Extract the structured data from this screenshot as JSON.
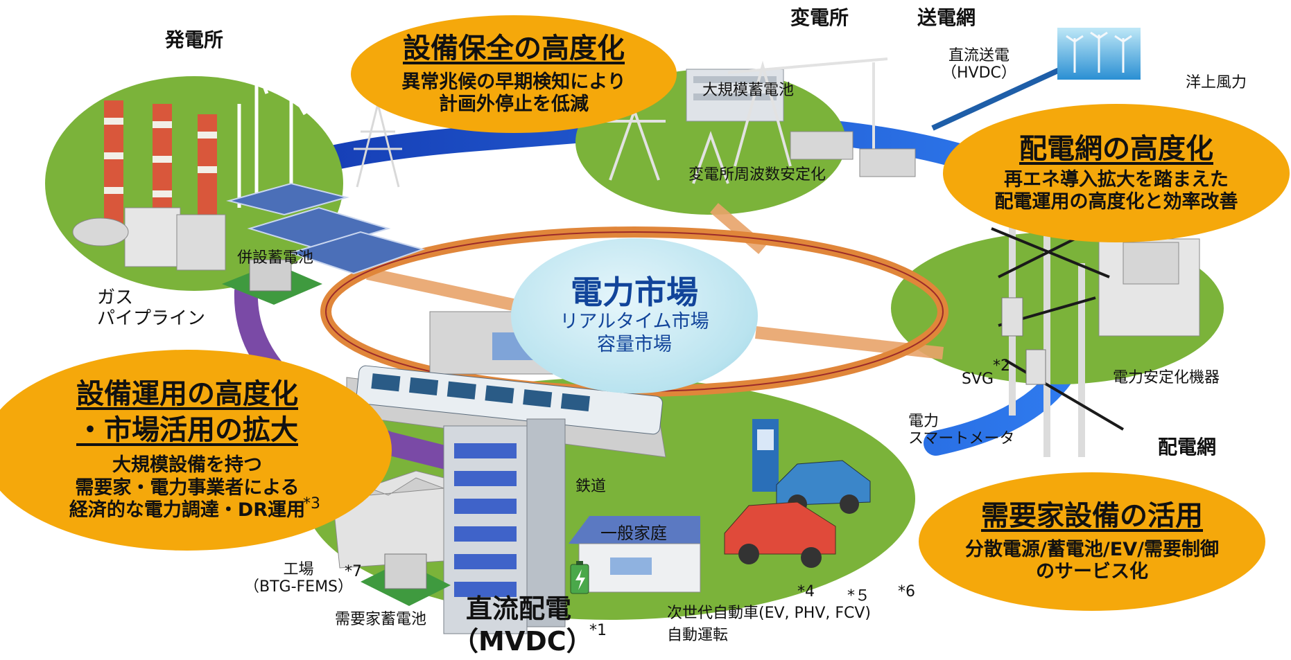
{
  "areas": {
    "power_plant": "発電所",
    "substation": "変電所",
    "transmission": "送電網",
    "distribution": "配電網"
  },
  "labels": {
    "hvdc": "直流送電\n（HVDC）",
    "offshore_wind": "洋上風力",
    "large_battery": "大規模蓄電池",
    "substation_freq": "変電所周波数安定化",
    "colocated_battery": "併設蓄電池",
    "gas_pipeline": "ガス\nパイプライン",
    "svg": "SVG",
    "stabilizer": "電力安定化機器",
    "smart_meter": "電力\nスマートメータ",
    "railway": "鉄道",
    "home": "一般家庭",
    "factory": "工場\n（BTG-FEMS）",
    "customer_battery": "需要家蓄電池",
    "next_gen_car": "次世代自動車(EV, PHV, FCV)",
    "autonomous": "自動運転",
    "mvdc_1": "直流配電",
    "mvdc_2": "（MVDC）"
  },
  "footnotes": {
    "n1": "*1",
    "n2": "*2",
    "n3": "*3",
    "n4": "*4",
    "n5": "*５",
    "n6": "*6",
    "n7": "*7"
  },
  "market": {
    "title": "電力市場",
    "line1": "リアルタイム市場",
    "line2": "容量市場"
  },
  "callouts": {
    "maintenance": {
      "title": "設備保全の高度化",
      "line1": "異常兆候の早期検知により",
      "line2": "計画外停止を低減"
    },
    "grid": {
      "title": "配電網の高度化",
      "line1": "再エネ導入拡大を踏まえた",
      "line2": "配電運用の高度化と効率改善"
    },
    "operation": {
      "title1": "設備運用の高度化",
      "title2": "・市場活用の拡大",
      "line1": "大規模設備を持つ",
      "line2": "需要家・電力事業者による",
      "line3": "経済的な電力調達・DR運用"
    },
    "customer": {
      "title": "需要家設備の活用",
      "line1": "分散電源/蓄電池/EV/需要制御",
      "line2": "のサービス化"
    }
  },
  "colors": {
    "ground": "#7bb33a",
    "callout": "#f5a80b",
    "ring_blue": "#1f4fd6",
    "ring_orange": "#e0863a",
    "market_text": "#11449a"
  }
}
